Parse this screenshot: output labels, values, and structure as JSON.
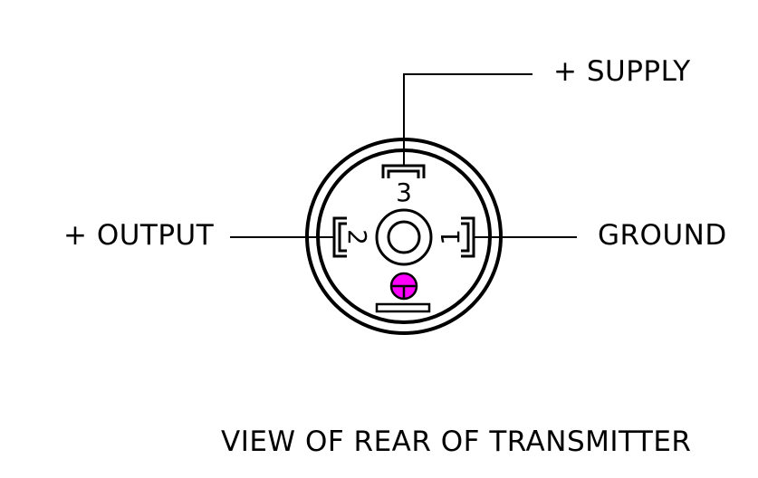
{
  "labels": {
    "supply": "+ SUPPLY",
    "output": "+ OUTPUT",
    "ground": "GROUND"
  },
  "pins": {
    "pin1": "1",
    "pin2": "2",
    "pin3": "3"
  },
  "caption": "VIEW OF REAR OF TRANSMITTER",
  "colors": {
    "line": "#000000",
    "key_marker": "#ff00ff"
  }
}
